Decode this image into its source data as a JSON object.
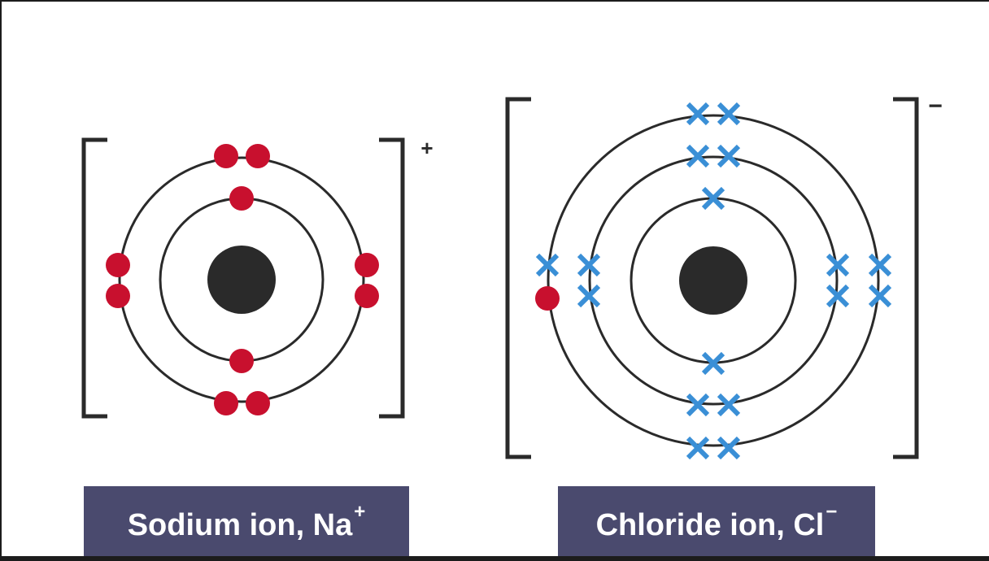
{
  "sodium": {
    "label": "Sodium ion, Na",
    "label_sup": "+",
    "charge": "+",
    "electron_color": "#c8102e",
    "electrons_per_shell": [
      2,
      8
    ]
  },
  "chloride": {
    "label": "Chloride ion, Cl",
    "label_sup": "−",
    "charge": "−",
    "cross_color": "#3a8fd6",
    "transferred_electron_color": "#c8102e",
    "electrons_per_shell": [
      2,
      8,
      8
    ]
  },
  "colors": {
    "nucleus": "#2a2a2a",
    "shell": "#2a2a2a",
    "label_background": "#4a4a6e"
  }
}
